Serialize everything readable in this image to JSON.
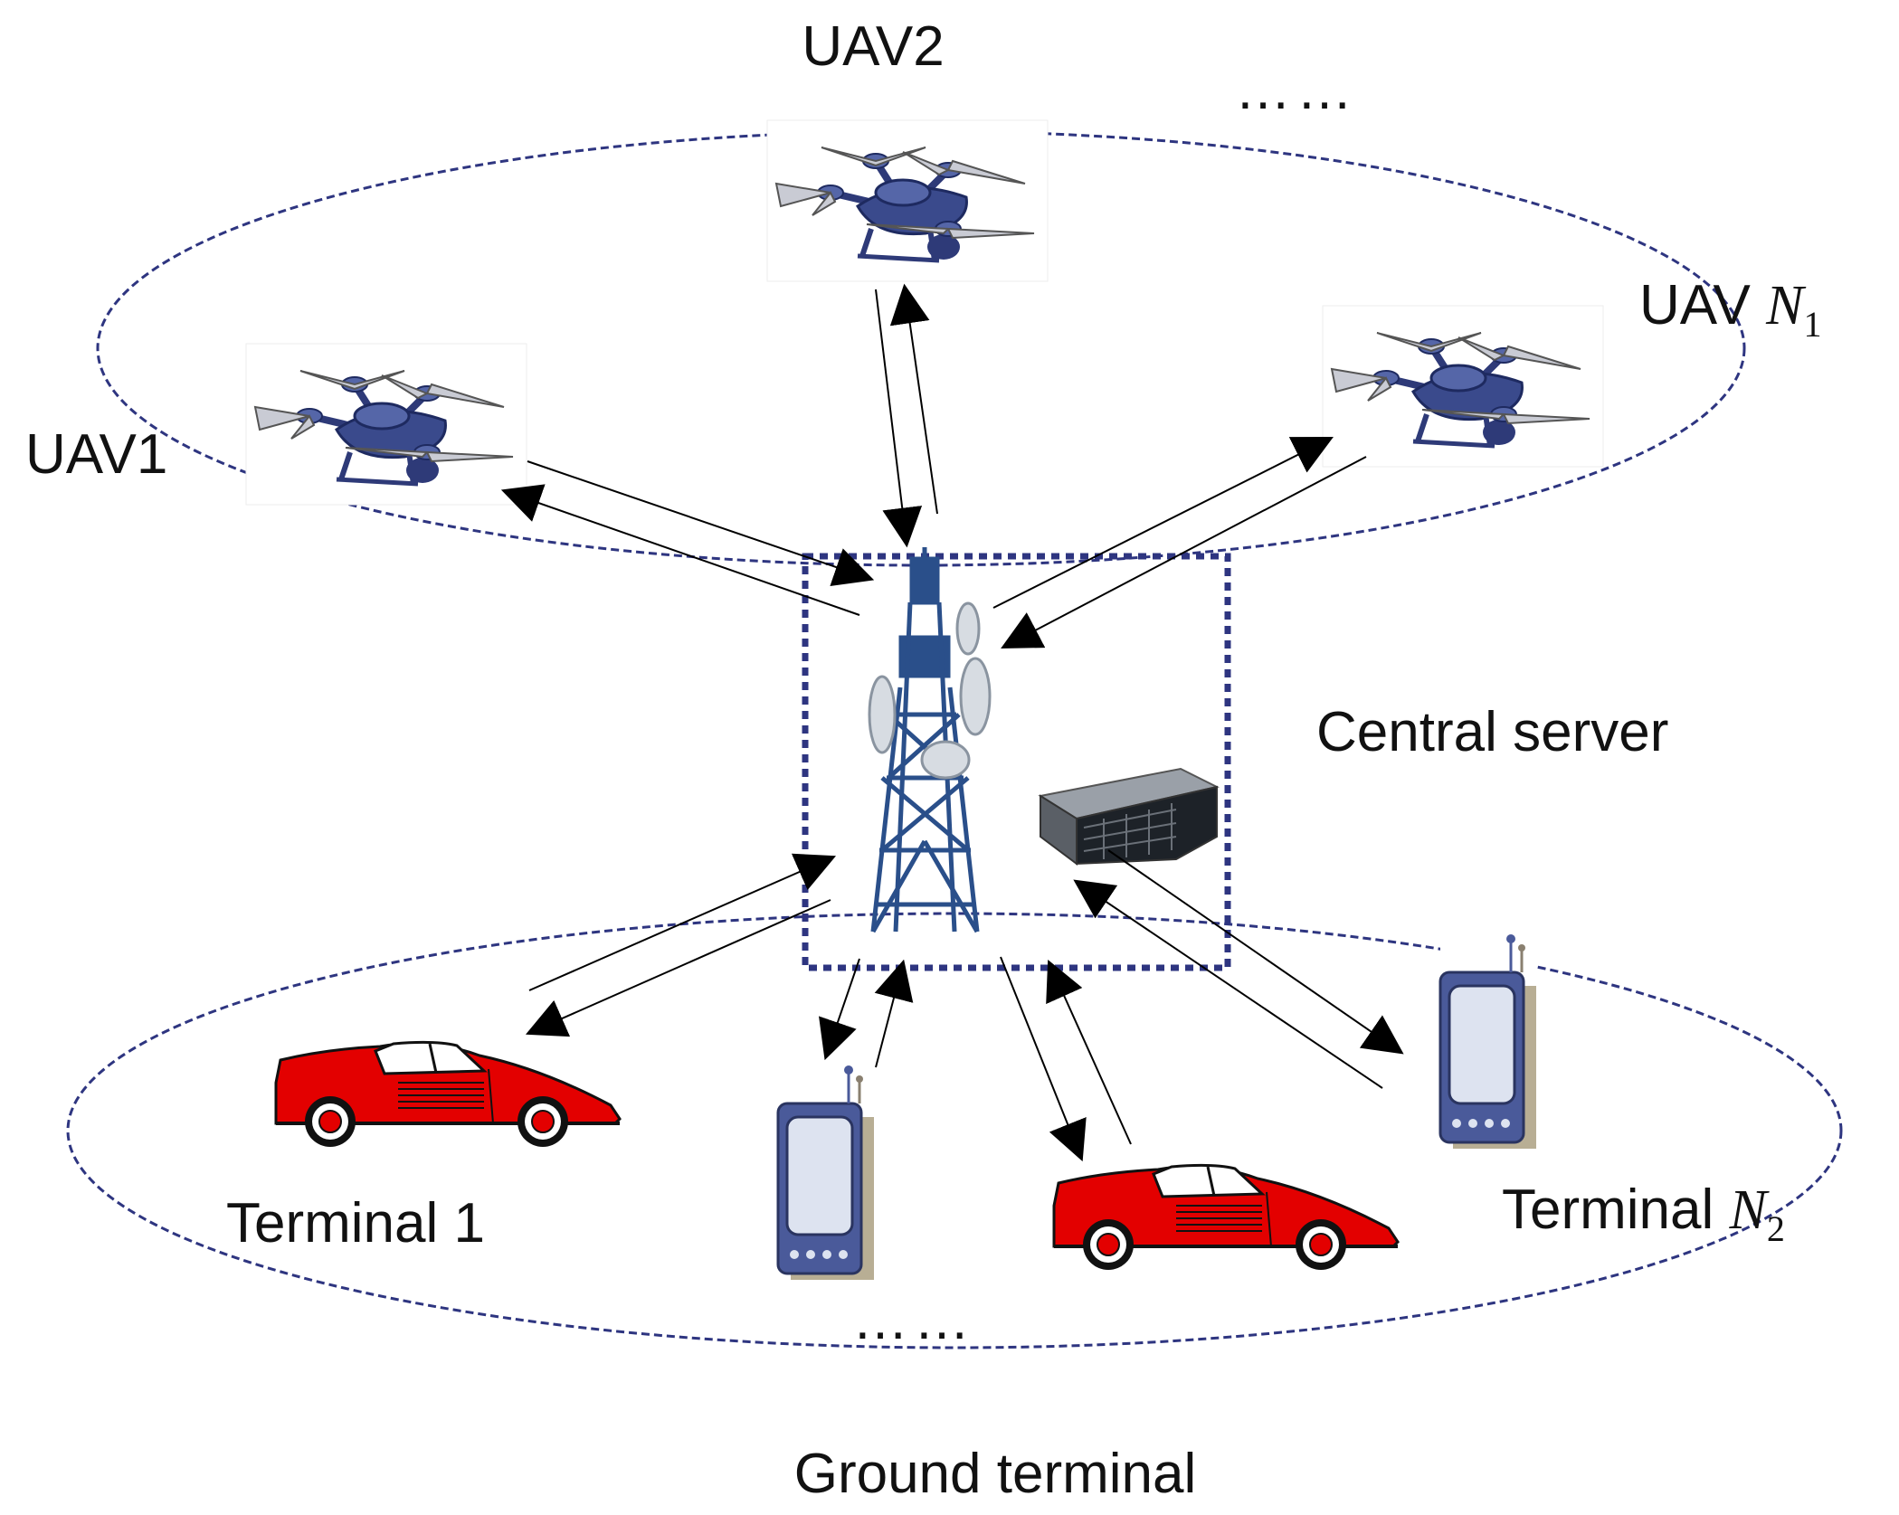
{
  "labels": {
    "uav1": "UAV1",
    "uav2": "UAV2",
    "uav_n_prefix": "UAV ",
    "uav_n_symbol": "N",
    "uav_n_subscript": "1",
    "central_server": "Central server",
    "terminal1": "Terminal 1",
    "terminal_n_prefix": "Terminal ",
    "terminal_n_symbol": "N",
    "terminal_n_subscript": "2",
    "ground_terminal": "Ground terminal",
    "ellipsis_top": "……",
    "ellipsis_bottom": "……"
  },
  "colors": {
    "dashed_boundary": "#2e3580",
    "server_box": "#2e3580",
    "drone_body": "#3a4a8c",
    "tower": "#2a4f8a",
    "car": "#e30000",
    "device": "#4a5a9a",
    "arrow": "#000000"
  }
}
